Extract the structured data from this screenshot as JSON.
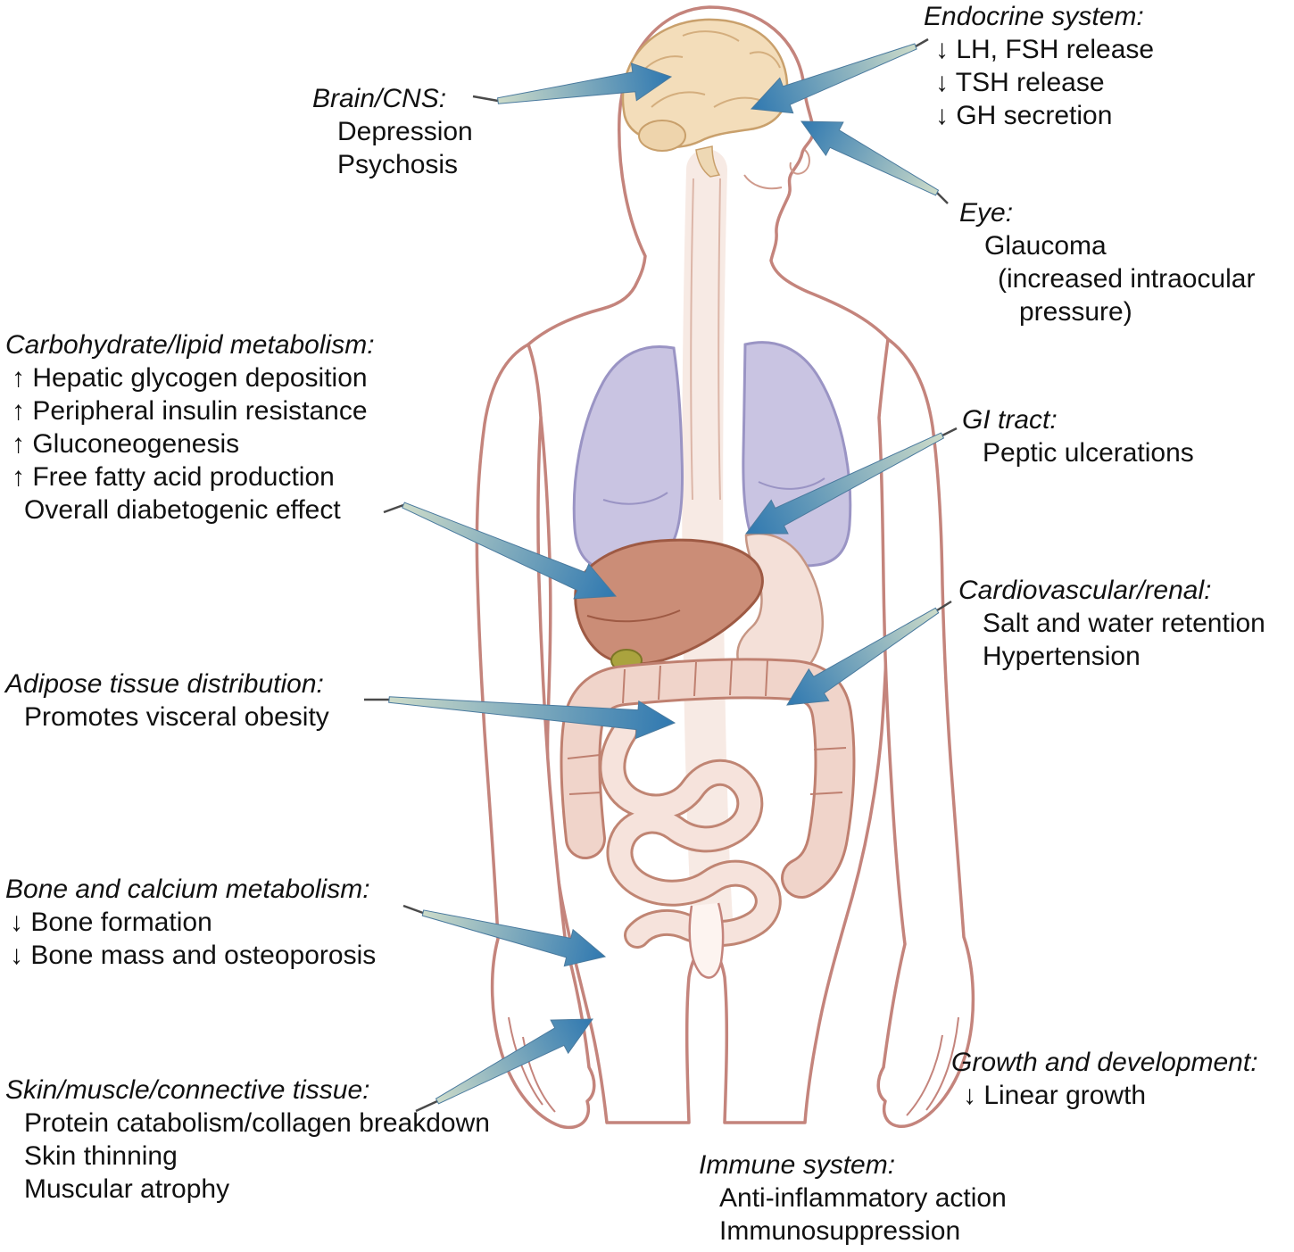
{
  "colors": {
    "arrow_tail": "#ccdbc9",
    "arrow_head": "#2f78b0",
    "arrow_outline": "#4a7a9e",
    "leader": "#4a4a4a",
    "body_outline": "#c4847c",
    "text": "#111111"
  },
  "labels": {
    "brain": {
      "heading": "Brain/CNS:",
      "lines": [
        "Depression",
        "Psychosis"
      ]
    },
    "endocrine": {
      "heading": "Endocrine system:",
      "lines": [
        "↓ LH, FSH release",
        "↓ TSH release",
        "↓ GH secretion"
      ]
    },
    "eye": {
      "heading": "Eye:",
      "lines": [
        "Glaucoma",
        "(increased intraocular",
        "pressure)"
      ]
    },
    "carbohydrate": {
      "heading": "Carbohydrate/lipid metabolism:",
      "lines": [
        "↑ Hepatic glycogen deposition",
        "↑ Peripheral insulin resistance",
        "↑ Gluconeogenesis",
        "↑ Free fatty acid production",
        "Overall diabetogenic effect"
      ]
    },
    "gi": {
      "heading": "GI tract:",
      "lines": [
        "Peptic ulcerations"
      ]
    },
    "cardio": {
      "heading": "Cardiovascular/renal:",
      "lines": [
        "Salt and water retention",
        "Hypertension"
      ]
    },
    "adipose": {
      "heading": "Adipose tissue distribution:",
      "lines": [
        "Promotes visceral obesity"
      ]
    },
    "bone": {
      "heading": "Bone and calcium metabolism:",
      "lines": [
        "↓ Bone formation",
        "↓ Bone mass and osteoporosis"
      ]
    },
    "skin": {
      "heading": "Skin/muscle/connective tissue:",
      "lines": [
        "Protein catabolism/collagen breakdown",
        "Skin thinning",
        "Muscular atrophy"
      ]
    },
    "growth": {
      "heading": "Growth and development:",
      "lines": [
        "↓ Linear growth"
      ]
    },
    "immune": {
      "heading": "Immune system:",
      "lines": [
        "Anti-inflammatory action",
        "Immunosuppression"
      ]
    }
  }
}
